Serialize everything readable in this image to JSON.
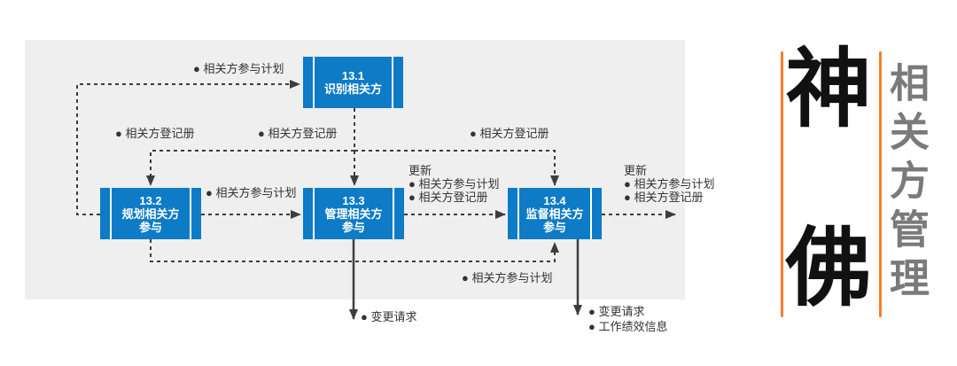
{
  "diagram": {
    "boxes": [
      {
        "l1": "13.1",
        "l2": "识别相关方",
        "l3": ""
      },
      {
        "l1": "13.2",
        "l2": "规划相关方",
        "l3": "参与"
      },
      {
        "l1": "13.3",
        "l2": "管理相关方",
        "l3": "参与"
      },
      {
        "l1": "13.4",
        "l2": "监督相关方",
        "l3": "参与"
      }
    ],
    "labels": {
      "plan_to_131": "● 相关方参与计划",
      "register_a": "● 相关方登记册",
      "register_b": "● 相关方登记册",
      "register_c": "● 相关方登记册",
      "plan_132_to_133": "● 相关方参与计划",
      "updates_mid_title": "更新",
      "updates_mid_item1": "● 相关方参与计划",
      "updates_mid_item2": "● 相关方登记册",
      "updates_right_title": "更新",
      "updates_right_item1": "● 相关方参与计划",
      "updates_right_item2": "● 相关方登记册",
      "plan_bottom": "● 相关方参与计划",
      "change_request_133": "● 变更请求",
      "out_134_item1": "● 变更请求",
      "out_134_item2": "● 工作绩效信息"
    },
    "colors": {
      "box_blue": "#0d7bc6",
      "panel_gray": "#efefef",
      "line_gray": "#3d3d3d"
    }
  },
  "brand": {
    "kanji_top": "神",
    "kanji_bottom": "佛",
    "side_title": "相关方管理",
    "accent_orange": "#f97c2a",
    "side_title_color": "#7a7a7a"
  }
}
